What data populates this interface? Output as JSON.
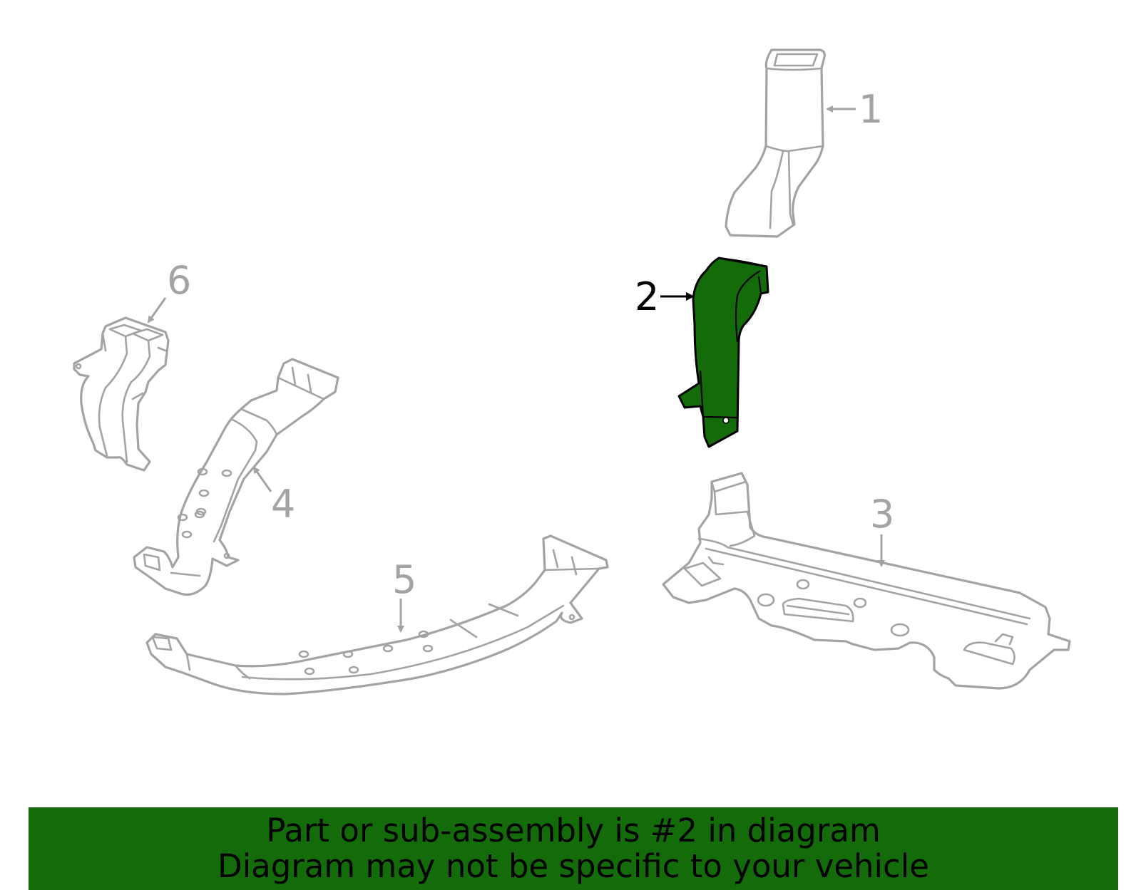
{
  "diagram": {
    "highlight_color": "#146b0a",
    "line_color": "#a3a3a3",
    "selected_part": "2",
    "callouts": [
      {
        "id": "1",
        "label": "1",
        "highlighted": false
      },
      {
        "id": "2",
        "label": "2",
        "highlighted": true
      },
      {
        "id": "3",
        "label": "3",
        "highlighted": false
      },
      {
        "id": "4",
        "label": "4",
        "highlighted": false
      },
      {
        "id": "5",
        "label": "5",
        "highlighted": false
      },
      {
        "id": "6",
        "label": "6",
        "highlighted": false
      }
    ]
  },
  "banner": {
    "background_color": "#146b0a",
    "line1": "Part or sub-assembly is #2 in diagram",
    "line2": "Diagram may not be specific to your vehicle"
  }
}
